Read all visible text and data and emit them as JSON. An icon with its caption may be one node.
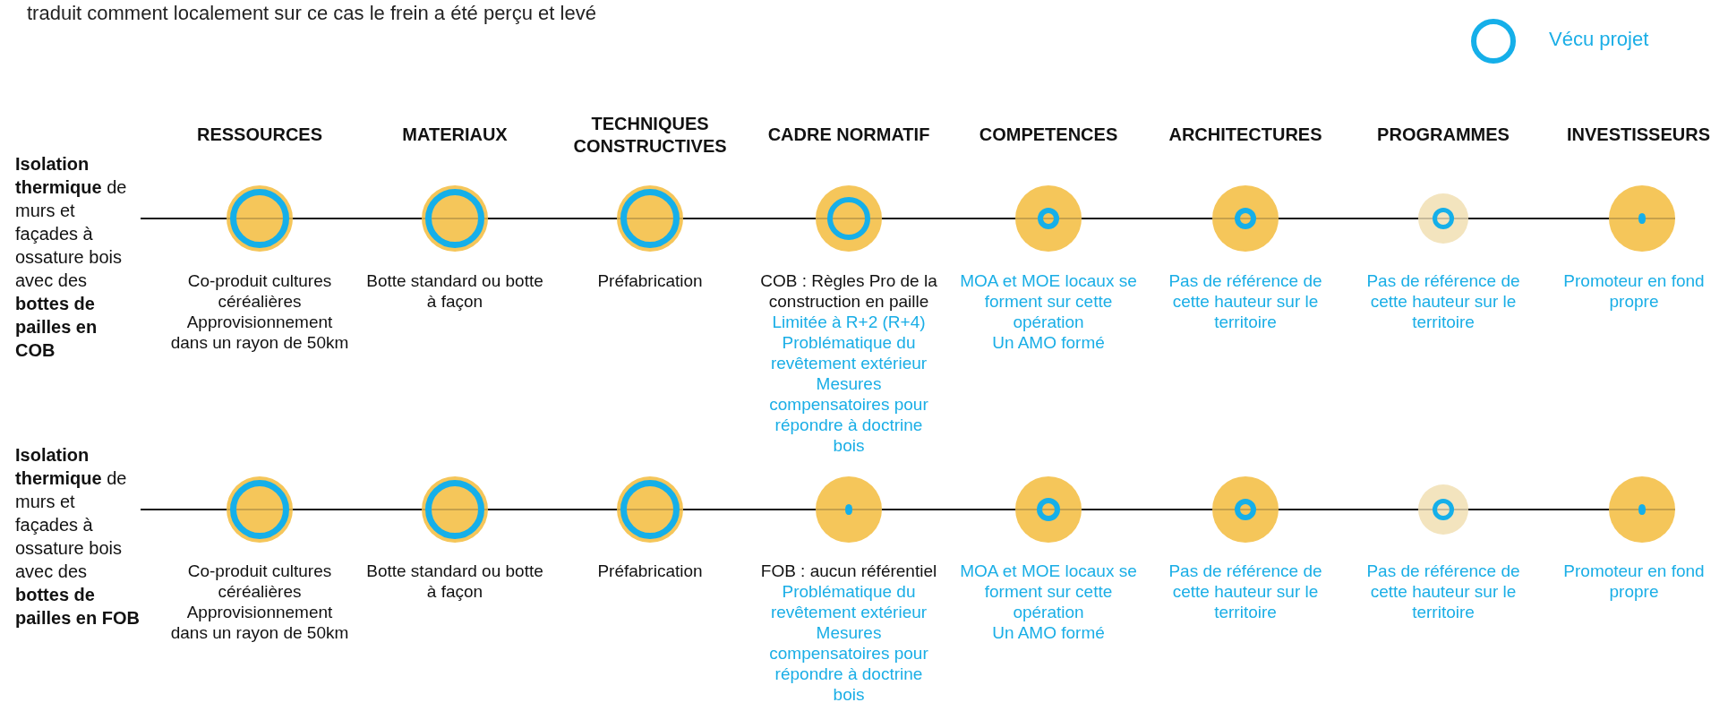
{
  "diagram": {
    "nodes": [
      {
        "text": [
          "**Isolation thermique** de murs et façades à ossature bois avec des **bottes de pailles en COB**"
        ]
      },
      {
        "text": [],
        "shape": "circle",
        "beside": [
          "Co-produit cultures céréalières",
          "Approvisionnement dans un rayon de 50km"
        ]
      },
      {
        "text": [],
        "shape": "circle",
        "beside": [
          "Botte standard ou botte à façon"
        ]
      },
      {
        "text": [],
        "shape": "circle",
        "beside": [
          "Préfabrication"
        ]
      },
      {
        "text": [],
        "shape": "circle",
        "beside": [
          "COB : Règles Pro de la construction en paille",
          "Limitée à R+2 (R+4)",
          "Problématique du revêtement extérieur",
          "Mesures compensatoires pour répondre à doctrine bois"
        ]
      },
      {
        "text": [],
        "shape": "circle",
        "beside": [
          "MOA et MOE locaux se forment sur cette opération",
          "Un AMO formé"
        ]
      },
      {
        "text": [],
        "shape": "circle",
        "beside": [
          "Pas de référence de cette hauteur sur le territoire"
        ]
      },
      {
        "text": [],
        "shape": "circle",
        "beside": [
          "Pas de référence de cette hauteur sur le territoire"
        ]
      },
      {
        "text": [],
        "shape": "circle",
        "beside": [
          "Promoteur en fond propre"
        ]
      },
      {
        "text": [
          "**Isolation thermique** de murs et façades à ossature bois avec des **bottes de pailles en FOB**"
        ]
      },
      {
        "text": [],
        "shape": "circle",
        "beside": [
          "Co-produit cultures céréalières",
          "Approvisionnement dans un rayon de 50km"
        ]
      },
      {
        "text": [],
        "shape": "circle",
        "beside": [
          "Botte standard ou botte à façon"
        ]
      },
      {
        "text": [],
        "shape": "circle",
        "beside": [
          "Préfabrication"
        ]
      },
      {
        "text": [],
        "shape": "circle",
        "beside": [
          "FOB : aucun référentiel",
          "Problématique du revêtement extérieur",
          "Mesures compensatoires pour répondre à doctrine bois"
        ]
      },
      {
        "text": [],
        "shape": "circle",
        "beside": [
          "MOA et MOE locaux se forment sur cette opération",
          "Un AMO formé"
        ]
      },
      {
        "text": [],
        "shape": "circle",
        "beside": [
          "Pas de référence de cette hauteur sur le territoire"
        ]
      },
      {
        "text": [],
        "shape": "circle",
        "beside": [
          "Pas de référence de cette hauteur sur le territoire"
        ]
      },
      {
        "text": [],
        "shape": "circle",
        "beside": [
          "Promoteur en fond propre"
        ]
      }
    ],
    "edges": [
      {
        "from": 0,
        "to": 1,
        "arrow": "none"
      },
      {
        "from": 1,
        "to": 2,
        "arrow": "none"
      },
      {
        "from": 2,
        "to": 3,
        "arrow": "none"
      },
      {
        "from": 3,
        "to": 4,
        "arrow": "none"
      },
      {
        "from": 4,
        "to": 5,
        "arrow": "none"
      },
      {
        "from": 5,
        "to": 6,
        "arrow": "none"
      },
      {
        "from": 6,
        "to": 7,
        "arrow": "none"
      },
      {
        "from": 7,
        "to": 8,
        "arrow": "none"
      },
      {
        "from": 9,
        "to": 10,
        "arrow": "none"
      },
      {
        "from": 10,
        "to": 11,
        "arrow": "none"
      },
      {
        "from": 11,
        "to": 12,
        "arrow": "none"
      },
      {
        "from": 12,
        "to": 13,
        "arrow": "none"
      },
      {
        "from": 13,
        "to": 14,
        "arrow": "none"
      },
      {
        "from": 14,
        "to": 15,
        "arrow": "none"
      },
      {
        "from": 15,
        "to": 16,
        "arrow": "none"
      },
      {
        "from": 16,
        "to": 17,
        "arrow": "none"
      }
    ],
    "labels": [
      "traduit comment localement sur ce cas le frein a été perçu et levé",
      "RESSOURCES",
      "MATERIAUX",
      "TECHNIQUES CONSTRUCTIVES",
      "CADRE NORMATIF",
      "COMPETENCES",
      "ARCHITECTURES",
      "PROGRAMMES",
      "INVESTISSEURS"
    ],
    "legend": [
      {
        "text": "Vécu projet"
      }
    ]
  }
}
